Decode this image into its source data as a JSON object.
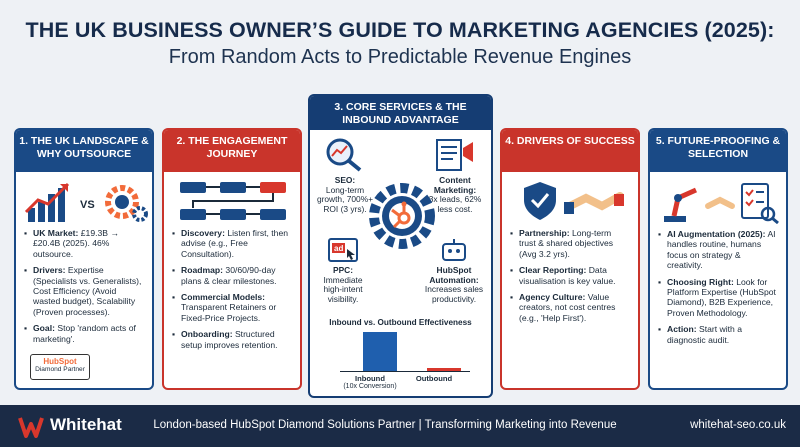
{
  "header": {
    "title": "THE UK BUSINESS OWNER’S GUIDE TO MARKETING AGENCIES (2025):",
    "subtitle": "From Random Acts to Predictable Revenue Engines"
  },
  "panels": {
    "landscape": {
      "title": "1. The UK Landscape & Why Outsource",
      "bullets": [
        {
          "label": "UK Market:",
          "text": " £19.3B → £20.4B (2025). 46% outsource."
        },
        {
          "label": "Drivers:",
          "text": " Expertise (Specialists vs. Generalists), Cost Efficiency (Avoid wasted budget), Scalability (Proven processes)."
        },
        {
          "label": "Goal:",
          "text": " Stop 'random acts of marketing'."
        }
      ],
      "badge": {
        "brand": "HubSpot",
        "line": "Diamond Partner"
      },
      "icons": [
        "growth-chart-icon",
        "gears-icon"
      ],
      "vs_text": "VS"
    },
    "engagement": {
      "title": "2. The Engagement Journey",
      "bullets": [
        {
          "label": "Discovery:",
          "text": " Listen first, then advise (e.g., Free Consultation)."
        },
        {
          "label": "Roadmap:",
          "text": " 30/60/90-day plans & clear milestones."
        },
        {
          "label": "Commercial Models:",
          "text": " Transparent Retainers or Fixed-Price Projects."
        },
        {
          "label": "Onboarding:",
          "text": " Structured setup improves retention."
        }
      ]
    },
    "services": {
      "title": "3. Core Services & The Inbound Advantage",
      "seo": {
        "label": "SEO:",
        "text": "Long-term growth, 700%+ ROI (3 yrs)."
      },
      "content": {
        "label": "Content Marketing:",
        "text": "3x leads, 62% less cost."
      },
      "ppc": {
        "label": "PPC:",
        "text": "Immediate high-intent visibility."
      },
      "automation": {
        "label": "HubSpot Automation:",
        "text": "Increases sales productivity."
      },
      "chart_title": "Inbound vs. Outbound Effectiveness"
    },
    "drivers": {
      "title": "4. Drivers of Success",
      "bullets": [
        {
          "label": "Partnership:",
          "text": " Long-term trust & shared objectives (Avg 3.2 yrs)."
        },
        {
          "label": "Clear Reporting:",
          "text": " Data visualisation is key value."
        },
        {
          "label": "Agency Culture:",
          "text": " Value creators, not cost centres (e.g., 'Help First')."
        }
      ]
    },
    "future": {
      "title": "5. Future-Proofing & Selection",
      "bullets": [
        {
          "label": "AI Augmentation (2025):",
          "text": " AI handles routine, humans focus on strategy & creativity."
        },
        {
          "label": "Choosing Right:",
          "text": " Look for Platform Expertise (HubSpot Diamond), B2B Experience, Proven Methodology."
        },
        {
          "label": "Action:",
          "text": " Start with a diagnostic audit."
        }
      ]
    }
  },
  "chart_data": {
    "type": "bar",
    "title": "Inbound vs. Outbound Effectiveness",
    "categories": [
      "Inbound",
      "Outbound"
    ],
    "category_notes": [
      "(10x Conversion)",
      ""
    ],
    "values": [
      10,
      1
    ],
    "colors": [
      "#1f5fae",
      "#d8372c"
    ],
    "xlabel": "",
    "ylabel": ""
  },
  "footer": {
    "brand": "Whitehat",
    "tagline": "London-based HubSpot Diamond Solutions Partner | Transforming Marketing into Revenue",
    "site": "whitehat-seo.co.uk"
  },
  "colors": {
    "navy": "#1a4a86",
    "red": "#c9342b",
    "footer": "#1b2b46",
    "hubspot_orange": "#f26b3a"
  }
}
